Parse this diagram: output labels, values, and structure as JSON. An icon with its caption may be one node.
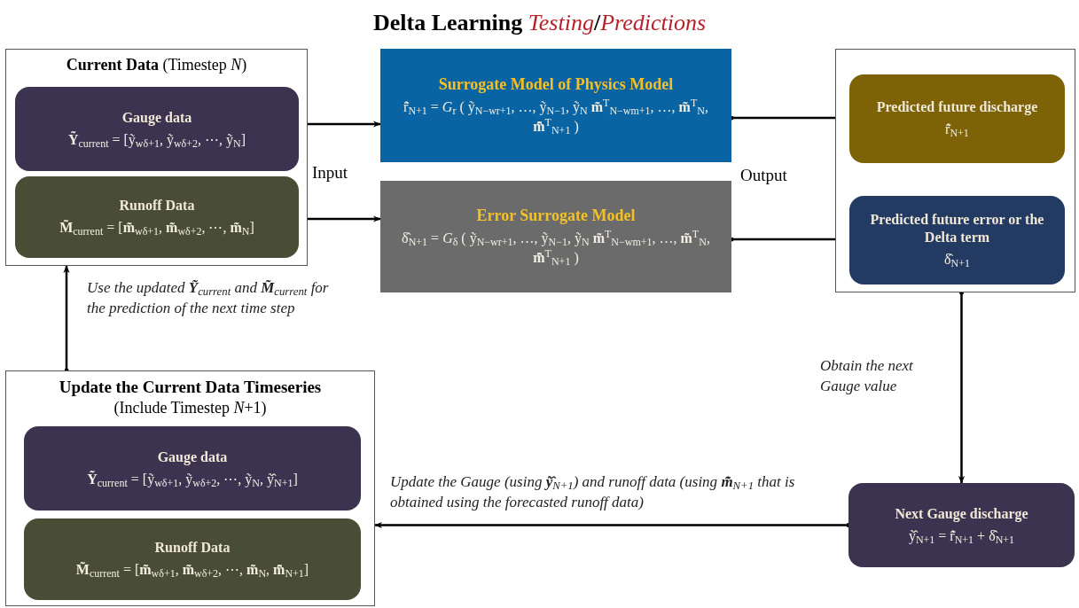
{
  "diagram": {
    "title": "Delta Learning *Testing*/*Predictions*",
    "nodes": [
      {
        "text": [
          "**Current Data** (Timestep *N*)"
        ]
      },
      {
        "text": [
          "Gauge data",
          "**Ỹ**$_{current}$ = [ỹ$_{wδ+1}$, ỹ$_{wδ+2}$, ⋯, ỹ$_{N}$]"
        ],
        "in": 0
      },
      {
        "text": [
          "Runoff Data",
          "**M̃**$_{current}$ = [**m̃**$_{wδ+1}$, **m̃**$_{wδ+2}$, ⋯, **m̃**$_{N}$]"
        ],
        "in": 0
      },
      {
        "text": [
          "Surrogate Model of Physics Model",
          "r̃̂$_{N+1}$ = *G*$_{r}$ ( ỹ$_{N−wr+1}$, …, ỹ$_{N−1}$, ỹ$_{N}$ **m̃**$^{T}$$_{N−wm+1}$, …, **m̃**$^{T}$$_{N}$, **m̃̂**$^{T}$$_{N+1}$ )"
        ]
      },
      {
        "text": [
          "Error Surrogate Model",
          "δ̂$_{N+1}$ = *G*$_{δ}$ ( ỹ$_{N−wr+1}$, …, ỹ$_{N−1}$, ỹ$_{N}$ **m̃**$^{T}$$_{N−wm+1}$, …, **m̃**$^{T}$$_{N}$, **m̃̂**$^{T}$$_{N+1}$ )"
        ]
      },
      {
        "text": [],
        "shape": "box"
      },
      {
        "text": [
          "Predicted future discharge",
          "r̃̂$_{N+1}$"
        ],
        "in": 5
      },
      {
        "text": [
          "Predicted future error or the Delta term",
          "δ̂$_{N+1}$"
        ],
        "in": 5
      },
      {
        "text": [
          "Next Gauge discharge",
          "ỹ̂$_{N+1}$ = r̃̂$_{N+1}$ + δ̂$_{N+1}$"
        ]
      },
      {
        "text": [
          "Update the Current Data Timeseries",
          "(Include Timestep *N*+1)"
        ]
      },
      {
        "text": [
          "Gauge data",
          "**Ỹ**$_{current}$ = [ỹ$_{wδ+1}$, ỹ$_{wδ+2}$, ⋯, ỹ$_{N}$, ỹ̂$_{N+1}$]"
        ],
        "in": 9
      },
      {
        "text": [
          "Runoff Data",
          "**M̃**$_{current}$ = [**m̃**$_{wδ+1}$, **m̃**$_{wδ+2}$, ⋯, **m̃**$_{N}$, **m̃̂**$_{N+1}$]"
        ],
        "in": 9
      }
    ],
    "edges": [
      {
        "from": 1,
        "to": 3,
        "arrow": "to"
      },
      {
        "from": 2,
        "to": 4,
        "arrow": "to"
      },
      {
        "from": 3,
        "to": 6,
        "arrow": "to"
      },
      {
        "from": 4,
        "to": 7,
        "arrow": "to"
      },
      {
        "from": 5,
        "to": 8,
        "arrow": "to",
        "label": "Obtain the next Gauge value"
      },
      {
        "from": 8,
        "to": 9,
        "arrow": "to",
        "label": "Update the Gauge (using **ỹ̂**$_{N+1}$) and runoff data (using **m̃̂**$_{N+1}$ that is obtained using the forecasted runoff data)"
      },
      {
        "from": 9,
        "to": 0,
        "arrow": "to",
        "label": "Use the updated **Ỹ**$_{current}$ and **M̃**$_{current}$ for the prediction of the next time step"
      }
    ],
    "labels": [
      "Input",
      "Output"
    ]
  }
}
